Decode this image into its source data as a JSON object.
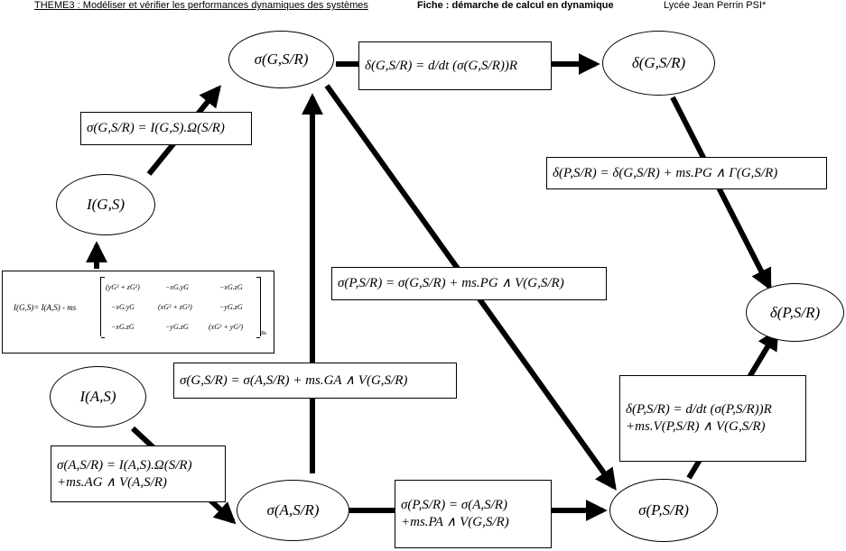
{
  "header": {
    "left": "THEME3 : Modéliser et vérifier les performances dynamiques des systèmes",
    "middle": "Fiche : démarche de calcul en dynamique",
    "right": "Lycée Jean Perrin PSI*"
  },
  "nodes": {
    "sigma_G": "σ(G,S/R)",
    "delta_G": "δ(G,S/R)",
    "I_G": "I(G,S)",
    "I_A": "I(A,S)",
    "delta_P": "δ(P,S/R)",
    "sigma_A": "σ(A,S/R)",
    "sigma_P": "σ(P,S/R)"
  },
  "formulas": {
    "top_derivative": "δ(G,S/R) = d/dt (σ(G,S/R))R",
    "sigma_G_inertia": "σ(G,S/R) = I(G,S).Ω(S/R)",
    "delta_transport": "δ(P,S/R) = δ(G,S/R) + ms.PG ∧ Γ(G,S/R)",
    "sigma_P_from_G": "σ(P,S/R) = σ(G,S/R) + ms.PG ∧ V(G,S/R)",
    "sigma_G_from_A": "σ(G,S/R) = σ(A,S/R) + ms.GA ∧ V(G,S/R)",
    "delta_P_line1": "δ(P,S/R) = d/dt (σ(P,S/R))R",
    "delta_P_line2": "+ms.V(P,S/R) ∧ V(G,S/R)",
    "sigma_A_line1": "σ(A,S/R) = I(A,S).Ω(S/R)",
    "sigma_A_line2": "+ms.AG ∧ V(A,S/R)",
    "sigma_P_A_line1": "σ(P,S/R) = σ(A,S/R)",
    "sigma_P_A_line2": "+ms.PA ∧ V(G,S/R)"
  },
  "huygens": {
    "lhs": "I(G,S)= I(A,S) - ms",
    "r1c1": "(yG² + zG²)",
    "r1c2": "−xG.yG",
    "r1c3": "−xG.zG",
    "r2c1": "−xG.yG",
    "r2c2": "(xG² + zG²)",
    "r2c3": "−yG.zG",
    "r3c1": "−xG.zG",
    "r3c2": "−yG.zG",
    "r3c3": "(xG² + yG²)",
    "base": "Bs"
  }
}
